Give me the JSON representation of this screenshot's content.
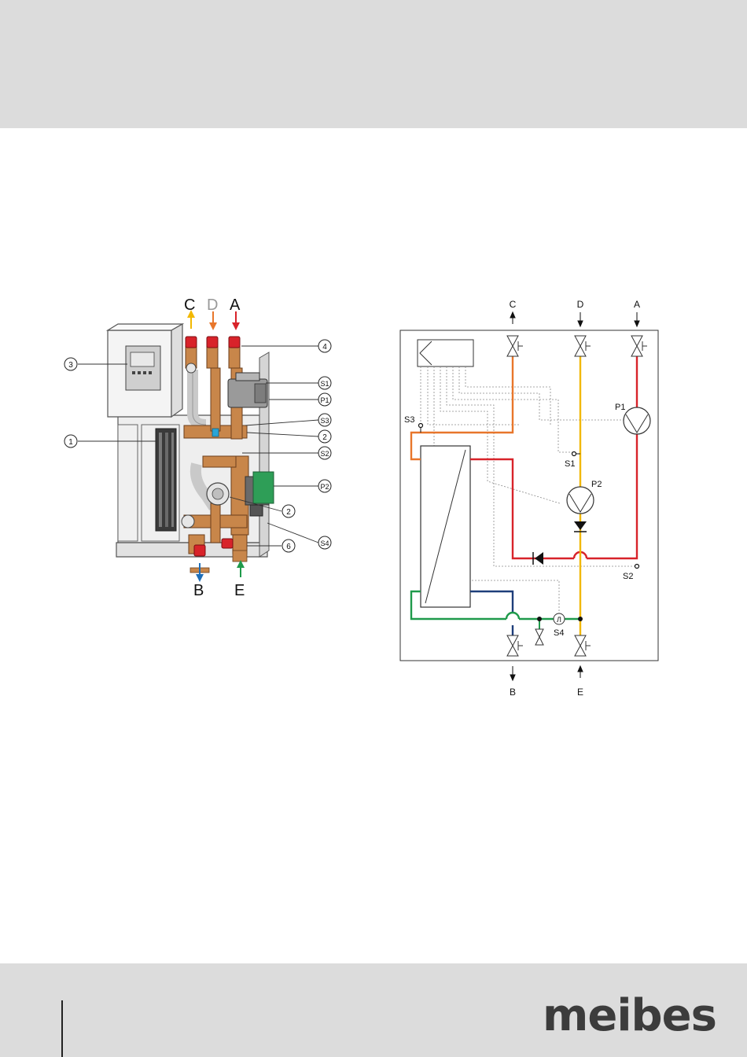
{
  "brand": {
    "logo_text": "meibes"
  },
  "photo": {
    "port_labels": [
      "C",
      "D",
      "A",
      "B",
      "E"
    ],
    "callouts": [
      "3",
      "1",
      "4",
      "S1",
      "P1",
      "S3",
      "2",
      "S2",
      "P2",
      "2",
      "S4",
      "6"
    ]
  },
  "schematic": {
    "top_ports": [
      "C",
      "D",
      "A"
    ],
    "bottom_ports": [
      "B",
      "E"
    ],
    "sensors": {
      "s1": "S1",
      "s2": "S2",
      "s3": "S3",
      "s4": "S4"
    },
    "pumps": {
      "p1": "P1",
      "p2": "P2"
    },
    "flow_meter_symbol": "Л"
  },
  "colors": {
    "hot": "#d8232a",
    "orange": "#e8762b",
    "yellow": "#f2b800",
    "green": "#1f9a4b",
    "blue": "#1e3e7a",
    "sensor_line": "#8a8a8a",
    "brass": "#c8864a",
    "band": "#dcdcdc"
  },
  "icons": [
    "valve-icon",
    "pump-icon",
    "check-valve-icon",
    "sensor-icon",
    "controller-icon",
    "heat-exchanger-icon"
  ]
}
